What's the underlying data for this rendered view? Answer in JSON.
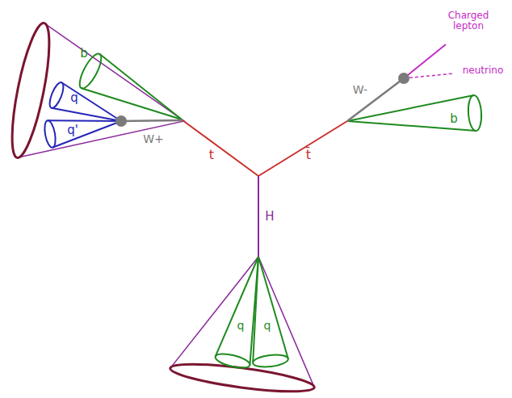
{
  "diagram": {
    "labels": [
      "q",
      "q'",
      "b",
      "W+",
      "t",
      "t̄",
      "W-",
      "Charged lepton",
      "neutrino",
      "b",
      "H",
      "q",
      "q"
    ]
  }
}
